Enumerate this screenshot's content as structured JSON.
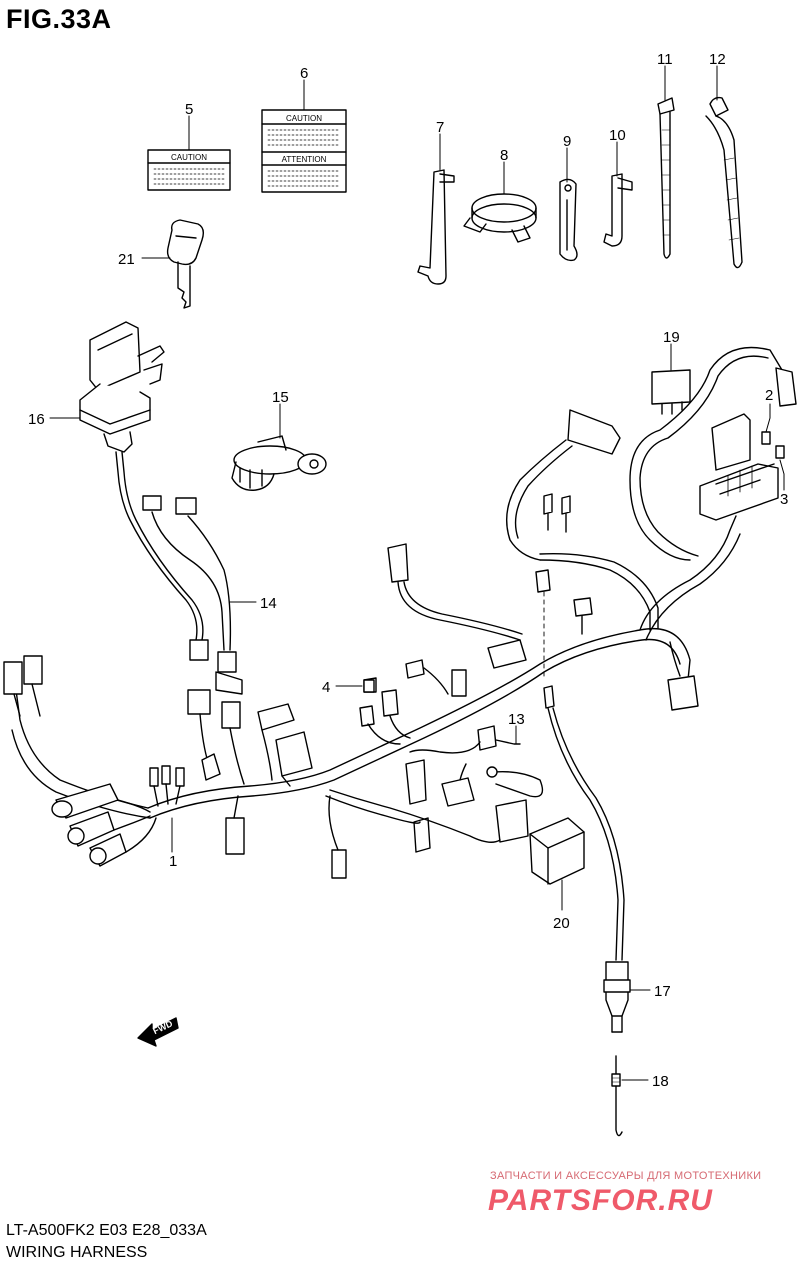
{
  "figure": {
    "title": "FIG.33A",
    "model_code": "LT-A500FK2 E03 E28_033A",
    "section_name": "WIRING HARNESS"
  },
  "labels": {
    "caution_5": "CAUTION",
    "caution_6": "CAUTION",
    "attention_6": "ATTENTION",
    "fwd": "FWD"
  },
  "callouts": [
    "1",
    "2",
    "3",
    "4",
    "5",
    "6",
    "7",
    "8",
    "9",
    "10",
    "11",
    "12",
    "13",
    "14",
    "15",
    "16",
    "17",
    "18",
    "19",
    "20",
    "21"
  ],
  "watermark": {
    "top_line": "ЗАПЧАСТИ И АКСЕССУАРЫ ДЛЯ МОТОТЕХНИКИ",
    "logo": "PARTSFOR.RU",
    "color": "#ef5a6a"
  }
}
